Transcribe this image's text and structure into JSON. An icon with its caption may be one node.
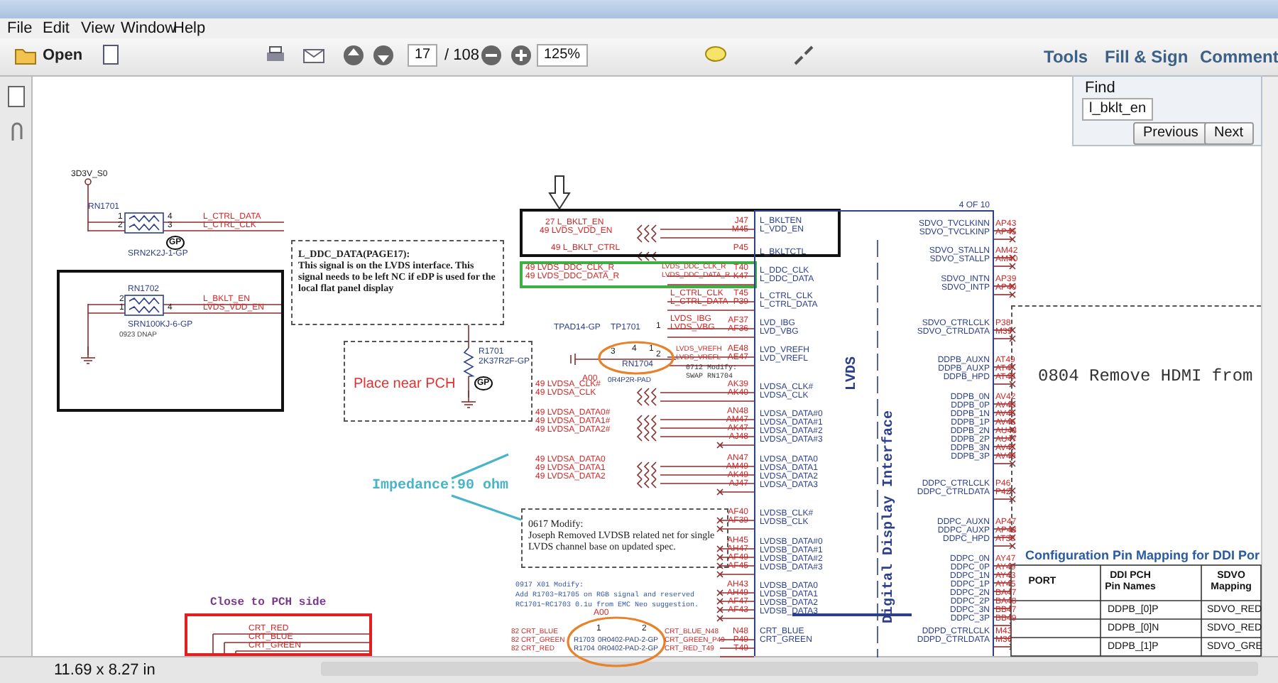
{
  "diagram": {
    "nodes": [
      {
        "text": [
          "L_DDC_DATA(PAGE17):",
          "This signal is on the LVDS interface. This signal needs to be left NC if eDP is used for the local flat panel display"
        ]
      },
      {
        "text": [
          "Place near PCH"
        ]
      },
      {
        "text": [
          "Impedance:90 ohm"
        ]
      },
      {
        "text": [
          "0617 Modify:",
          "Joseph Removed LVDSB related net for single LVDS channel base on updated spec."
        ]
      },
      {
        "text": [
          "0804 Remove HDMI from"
        ]
      },
      {
        "text": [],
        "shape": "box"
      },
      {
        "text": [],
        "shape": "box"
      },
      {
        "text": [],
        "shape": "box"
      },
      {
        "text": [
          "Close to PCH side"
        ]
      },
      {
        "text": [
          "4 OF 10",
          "LVDS",
          "Digital Display Interface"
        ]
      }
    ],
    "edges": [
      {
        "from": null,
        "to": 5,
        "arrow": "to"
      },
      {
        "from": 2,
        "to": null,
        "arrow": "none"
      },
      {
        "from": 2,
        "to": 3,
        "arrow": "none"
      }
    ],
    "labels": [
      "File",
      "Edit",
      "View",
      "Window",
      "Help",
      "Open",
      "17",
      "/ 108",
      "125%",
      "Tools",
      "Fill & Sign",
      "Comment",
      "Find",
      "l_bklt_en",
      "Previous",
      "Next",
      "11.69 x 8.27 in",
      "3D3V_S0",
      "RN1701",
      "1",
      "2",
      "4",
      "3",
      "L_CTRL_DATA",
      "L_CTRL_CLK",
      "GP",
      "SRN2K2J-1-GP",
      "RN1702",
      "2",
      "1",
      "4",
      "L_BKLT_EN",
      "LVDS_VDD_EN",
      "SRN100KJ-6-GP",
      "0923 DNAP",
      "27 L_BKLT_EN",
      "49 LVDS_VDD_EN",
      "49 L_BKLT_CTRL",
      "49 LVDS_DDC_CLK_R",
      "49 LVDS_DDC_DATA_R",
      "LVDS_DDC_CLK_R",
      "LVDS_DDC_DATA_R",
      "L_CTRL_CLK",
      "L_CTRL_DATA",
      "LVDS_IBG",
      "TPAD14-GP",
      "TP1701",
      "1",
      "LVDS_VBG",
      "R1701",
      "2K37R2F-GP",
      "GP",
      "3",
      "4",
      "1",
      "2",
      "RN1704",
      "A00",
      "0R4P2R-PAD",
      "LVDS_VREFH",
      "LVDS_VREFL",
      "0712 Modify:",
      "SWAP RN1704",
      "49 LVDSA_CLK#",
      "49 LVDSA_CLK",
      "49 LVDSA_DATA0#",
      "49 LVDSA_DATA1#",
      "49 LVDSA_DATA2#",
      "49 LVDSA_DATA0",
      "49 LVDSA_DATA1",
      "49 LVDSA_DATA2",
      "0917 X01 Modify:",
      "Add R1703~R1705 on RGB signal and reserved",
      "RC1701~RC1703 0.1u from EMC Neo suggestion.",
      "CRT_RED",
      "CRT_BLUE",
      "CRT_GREEN",
      "82 CRT_BLUE",
      "82 CRT_GREEN",
      "82 CRT_RED",
      "A00",
      "1",
      "2",
      "R1703",
      "0R0402-PAD-2-GP",
      "R1704",
      "0R0402-PAD-2-GP",
      "CRT_BLUE_N48",
      "CRT_GREEN_P49",
      "CRT_RED_T49",
      "J47",
      "M45",
      "P45",
      "T40",
      "K47",
      "T45",
      "P39",
      "AF37",
      "AF36",
      "AE48",
      "AE47",
      "AK39",
      "AK40",
      "AN48",
      "AM47",
      "AK47",
      "AJ48",
      "AN47",
      "AM49",
      "AK49",
      "AJ47",
      "AF40",
      "AF39",
      "AH45",
      "AH47",
      "AF49",
      "AF45",
      "AH43",
      "AH49",
      "AF47",
      "AF43",
      "N48",
      "P49",
      "T49",
      "L_BKLTEN",
      "L_VDD_EN",
      "L_BKLTCTL",
      "L_DDC_CLK",
      "L_DDC_DATA",
      "L_CTRL_CLK",
      "L_CTRL_DATA",
      "LVD_IBG",
      "LVD_VBG",
      "LVD_VREFH",
      "LVD_VREFL",
      "LVDSA_CLK#",
      "LVDSA_CLK",
      "LVDSA_DATA#0",
      "LVDSA_DATA#1",
      "LVDSA_DATA#2",
      "LVDSA_DATA#3",
      "LVDSA_DATA0",
      "LVDSA_DATA1",
      "LVDSA_DATA2",
      "LVDSA_DATA3",
      "LVDSB_CLK#",
      "LVDSB_CLK",
      "LVDSB_DATA#0",
      "LVDSB_DATA#1",
      "LVDSB_DATA#2",
      "LVDSB_DATA#3",
      "LVDSB_DATA0",
      "LVDSB_DATA1",
      "LVDSB_DATA2",
      "LVDSB_DATA3",
      "CRT_BLUE",
      "CRT_GREEN",
      "SDVO_TVCLKINN",
      "SDVO_TVCLKINP",
      "SDVO_STALLN",
      "SDVO_STALLP",
      "SDVO_INTN",
      "SDVO_INTP",
      "SDVO_CTRLCLK",
      "SDVO_CTRLDATA",
      "DDPB_AUXN",
      "DDPB_AUXP",
      "DDPB_HPD",
      "DDPB_0N",
      "DDPB_0P",
      "DDPB_1N",
      "DDPB_1P",
      "DDPB_2N",
      "DDPB_2P",
      "DDPB_3N",
      "DDPB_3P",
      "DDPC_CTRLCLK",
      "DDPC_CTRLDATA",
      "DDPC_AUXN",
      "DDPC_AUXP",
      "DDPC_HPD",
      "DDPC_0N",
      "DDPC_0P",
      "DDPC_1N",
      "DDPC_1P",
      "DDPC_2N",
      "DDPC_2P",
      "DDPC_3N",
      "DDPC_3P",
      "DDPD_CTRLCLK",
      "DDPD_CTRLDATA",
      "AP43",
      "AP45",
      "AM42",
      "AM40",
      "AP39",
      "AP40",
      "P38",
      "M39",
      "AT49",
      "AT47",
      "AT40",
      "AV42",
      "AV40",
      "AV45",
      "AV46",
      "AU48",
      "AU47",
      "AV47",
      "AV49",
      "P46",
      "P42",
      "AP47",
      "AP48",
      "AT38",
      "AY47",
      "AY49",
      "AY43",
      "AY45",
      "BA47",
      "BA48",
      "BB47",
      "BB49",
      "M43",
      "M36",
      "Configuration Pin Mapping for DDI Por",
      "PORT",
      "DDI PCH Pin Names",
      "SDVO Mapping",
      "DDPB_[0]P",
      "SDVO_RED",
      "DDPB_[0]N",
      "SDVO_RED",
      "DDPB_[1]P",
      "SDVO_GRE"
    ]
  }
}
